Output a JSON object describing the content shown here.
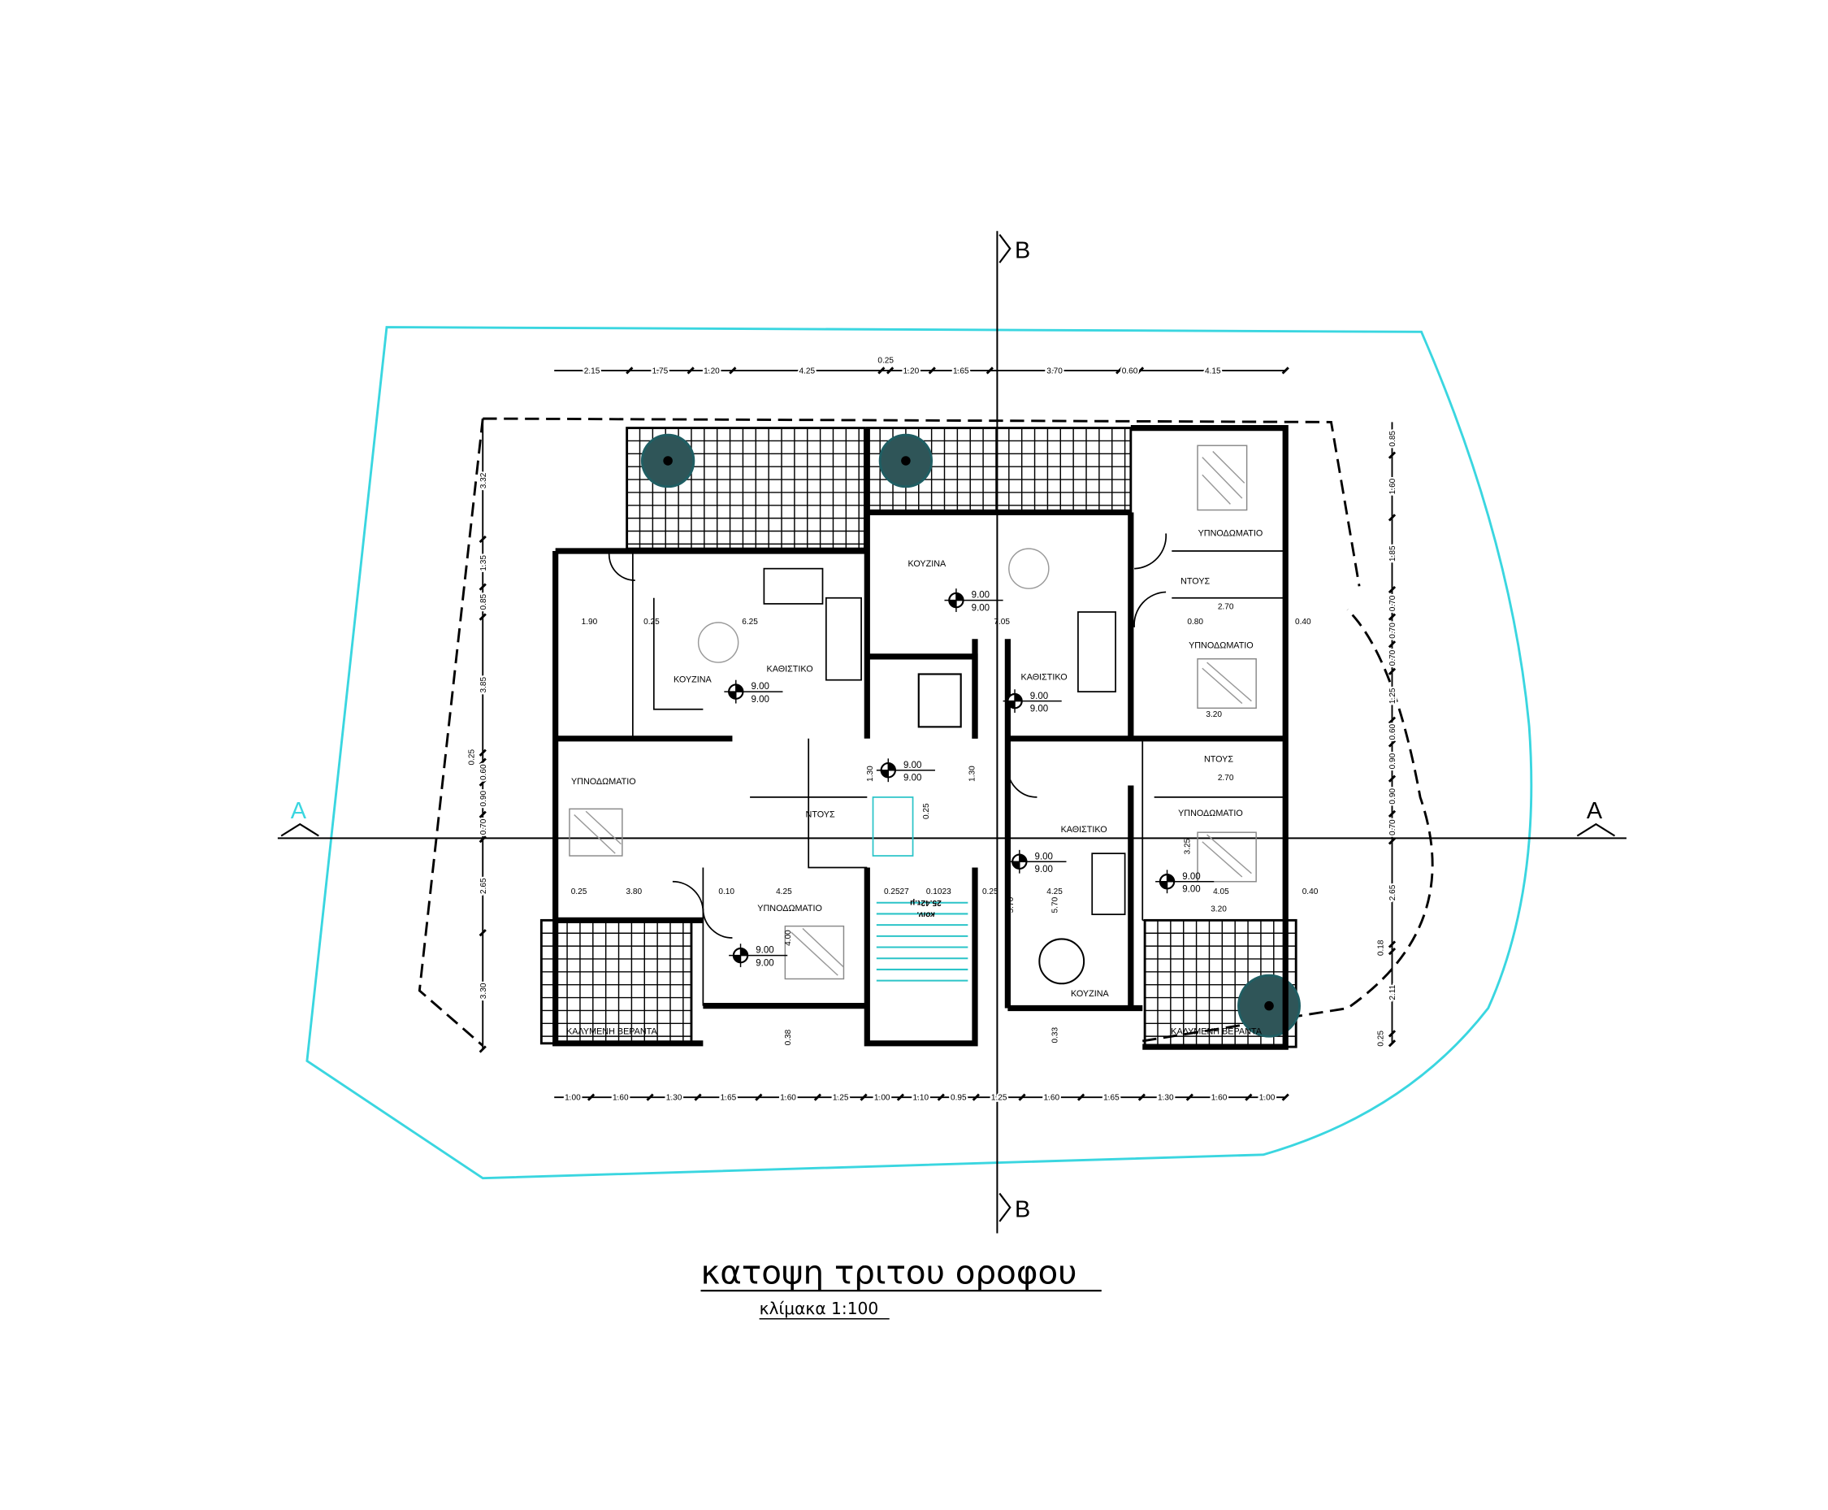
{
  "drawing": {
    "title": "κατοψη τριτου οροφου",
    "scale_label": "κλίμακα 1:100",
    "section_marks": {
      "vertical": "B",
      "horizontal": "A"
    },
    "colors": {
      "property_boundary": "#3ad6e0",
      "lines": "#000000",
      "stair_hatch": "#2bc4c8",
      "spiral_stair": "#1f5e63"
    }
  },
  "dimensions": {
    "top": [
      "2.15",
      "1.75",
      "1.20",
      "4.25",
      "0.25",
      "1.20",
      "1.65",
      "3.70",
      "0.60",
      "4.15"
    ],
    "bottom": [
      "1.00",
      "1.60",
      "1.30",
      "1.65",
      "1.60",
      "1.25",
      "1.00",
      "1.10",
      "0.95",
      "1.25",
      "1.60",
      "1.65",
      "1.30",
      "1.60",
      "1.00"
    ],
    "left": [
      "3.32",
      "1.35",
      "0.85",
      "3.85",
      "0.25",
      "0.60",
      "0.90",
      "0.70",
      "2.65",
      "3.30"
    ],
    "right": [
      "0.85",
      "1.60",
      "1.85",
      "0.70",
      "0.70",
      "0.70",
      "1.25",
      "0.60",
      "0.90",
      "0.90",
      "0.70",
      "2.65",
      "0.18",
      "2.11",
      "0.25"
    ],
    "interior": [
      "1.90",
      "6.25",
      "0.25",
      "7.05",
      "0.40",
      "3.20",
      "0.25",
      "3.80",
      "0.10",
      "4.25",
      "0.2527",
      "0.1023",
      "0.25",
      "4.25",
      "4.05",
      "0.40",
      "3.20",
      "1.30",
      "1.30",
      "5.70",
      "5.70",
      "4.00",
      "3.25",
      "0.25",
      "0.38",
      "0.33",
      "2.70",
      "2.70",
      "0.80"
    ]
  },
  "rooms": [
    {
      "label": "ΚΟΥΖΙΝΑ"
    },
    {
      "label": "ΚΑΘΙΣΤΙΚΟ"
    },
    {
      "label": "ΚΟΥΖΙΝΑ"
    },
    {
      "label": "ΚΑΘΙΣΤΙΚΟ"
    },
    {
      "label": "ΥΠΝΟΔΩΜΑΤΙΟ"
    },
    {
      "label": "ΝΤΟΥΣ"
    },
    {
      "label": "ΥΠΝΟΔΩΜΑΤΙΟ"
    },
    {
      "label": "ΥΠΝΟΔΩΜΑΤΙΟ"
    },
    {
      "label": "ΝΤΟΥΣ"
    },
    {
      "label": "ΥΠΝΟΔΩΜΑΤΙΟ"
    },
    {
      "label": "ΝΤΟΥΣ"
    },
    {
      "label": "ΥΠΝΟΔΩΜΑΤΙΟ"
    },
    {
      "label": "ΚΑΘΙΣΤΙΚΟ"
    },
    {
      "label": "ΚΟΥΖΙΝΑ"
    },
    {
      "label": "ΚΑΛΥΜΕΝΗ ΒΕΡΑΝΤΑ"
    },
    {
      "label": "ΚΑΛΥΜΕΝΗ ΒΕΡΑΝΤΑ"
    }
  ],
  "stair_label": {
    "line1": "κοιν.",
    "line2": "25.42τ.μ"
  },
  "levels": {
    "top": "9.00",
    "bottom": "9.00"
  }
}
